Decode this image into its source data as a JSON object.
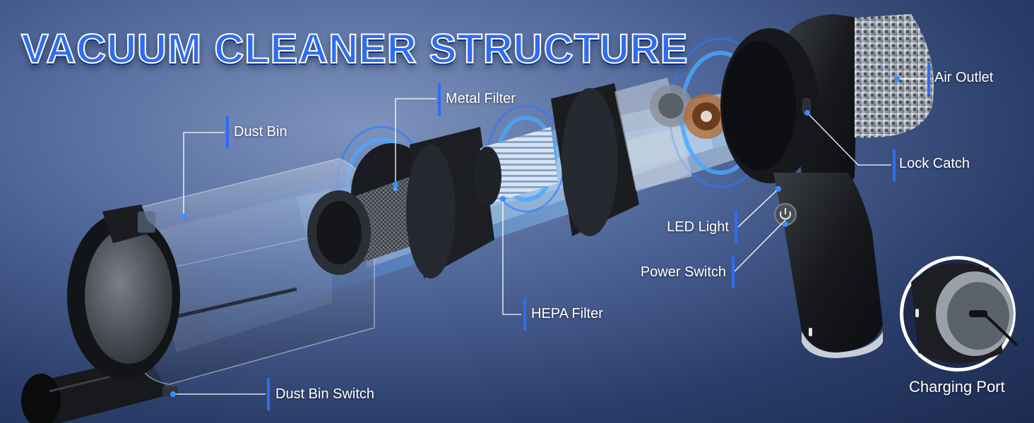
{
  "title": "VACUUM CLEANER STRUCTURE",
  "colors": {
    "accent": "#2f6df0",
    "label_bar": "#2f6df0",
    "background_light": "#7e93bd",
    "background_dark": "#1c2b50",
    "product_body": "#1b1d22",
    "glow": "#4aa8ff"
  },
  "labels": {
    "dust_bin": "Dust Bin",
    "metal_filter": "Metal Filter",
    "hepa_filter": "HEPA Filter",
    "dust_bin_switch": "Dust Bin Switch",
    "air_outlet": "Air Outlet",
    "lock_catch": "Lock Catch",
    "led_light": "LED Light",
    "power_switch": "Power Switch",
    "charging_port": "Charging Port"
  },
  "icons": {
    "power": "power-icon",
    "usb_cable": "usb-c-cable-icon"
  }
}
